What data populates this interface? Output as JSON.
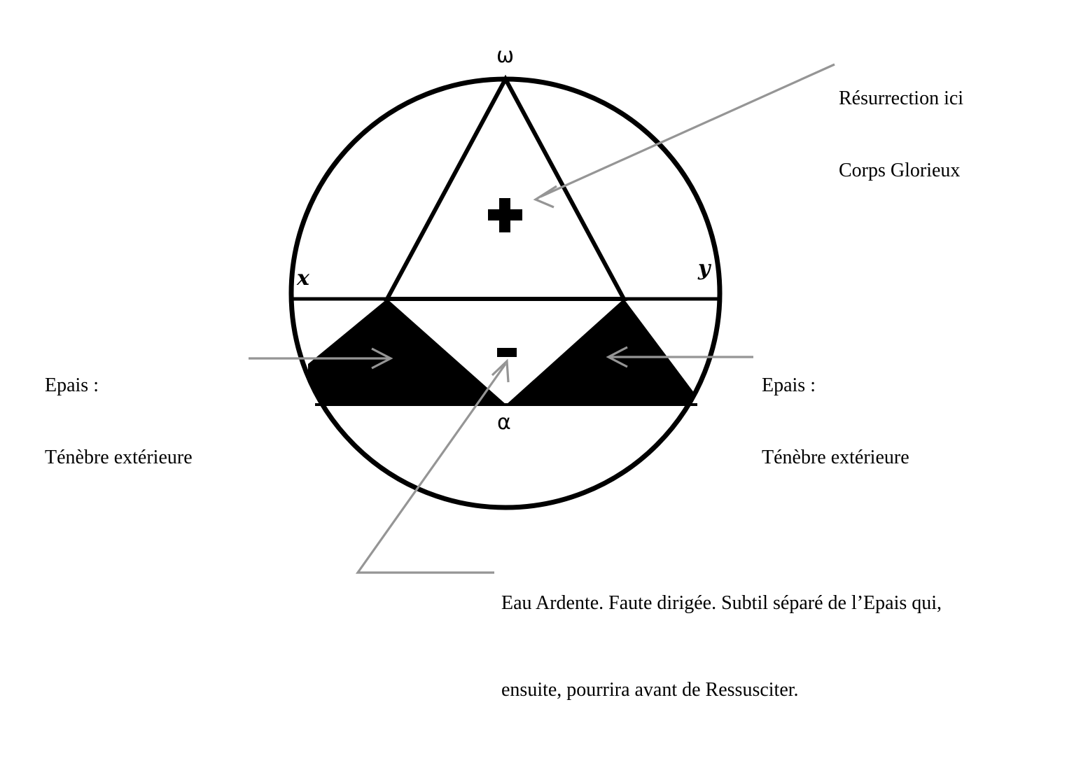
{
  "figure": {
    "title_text": "",
    "background_color": "#ffffff",
    "stroke_color": "#000000",
    "fill_color": "#000000",
    "annotation_color": "#959595",
    "vertices": {
      "omega_label": "ω",
      "alpha_label": "α",
      "x_label": "𝒙",
      "y_label": "𝒚"
    },
    "signs": {
      "plus": "+",
      "minus": "−"
    }
  },
  "annotations": {
    "top_right": {
      "line1": "Résurrection ici",
      "line2": "Corps Glorieux"
    },
    "left": {
      "line1": "Epais :",
      "line2": "Ténèbre extérieure"
    },
    "right": {
      "line1": "Epais :",
      "line2": "Ténèbre extérieure"
    },
    "bottom": {
      "line1": "Eau Ardente. Faute dirigée. Subtil séparé de l’Epais qui,",
      "line2": "ensuite, pourrira avant de Ressusciter."
    }
  }
}
